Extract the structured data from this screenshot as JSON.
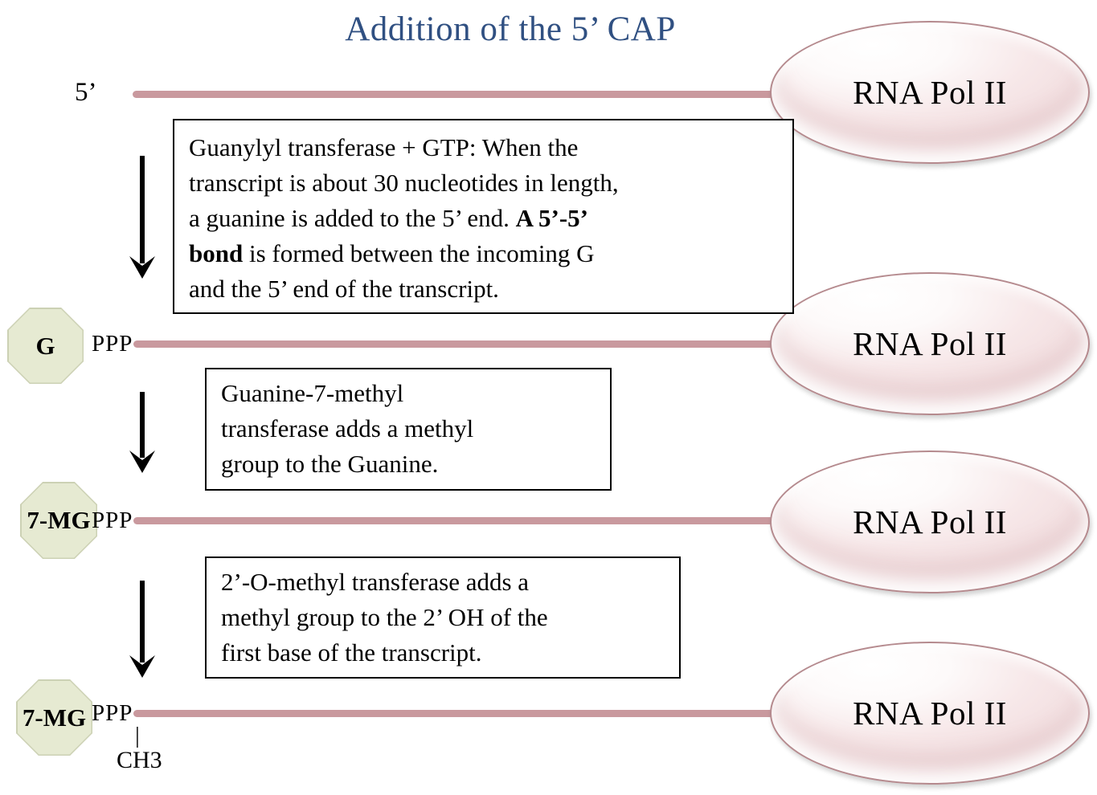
{
  "title": "Addition of the 5’ CAP",
  "polymerase": {
    "label": "RNA Pol II"
  },
  "strand": {
    "five_prime_label": "5’",
    "triphosphate_label": "PPP",
    "bond_label": "|",
    "methyl_label": "CH3"
  },
  "caps": {
    "guanine": "G",
    "seven_methyl_guanine": "7-MG"
  },
  "boxes": {
    "guanylyl": {
      "text_start": "Guanylyl transferase + GTP: When the\ntranscript is about 30 nucleotides in length,\na guanine is added to the 5’ end. ",
      "text_bold": "A 5’-5’\nbond",
      "text_end": " is formed between the incoming G\nand the 5’ end of the transcript."
    },
    "guanine_7_methyl": {
      "text": "Guanine-7-methyl\ntransferase adds a methyl\ngroup to the Guanine."
    },
    "two_prime_o_methyl": {
      "text": "2’-O-methyl transferase adds a\nmethyl group to the 2’ OH of the\nfirst base of the transcript."
    }
  },
  "colors": {
    "title_blue": "#305082",
    "strand_pink": "#c9999e",
    "octagon_green": "#e6ead2",
    "ellipse_pink": "#ecd3d5"
  }
}
